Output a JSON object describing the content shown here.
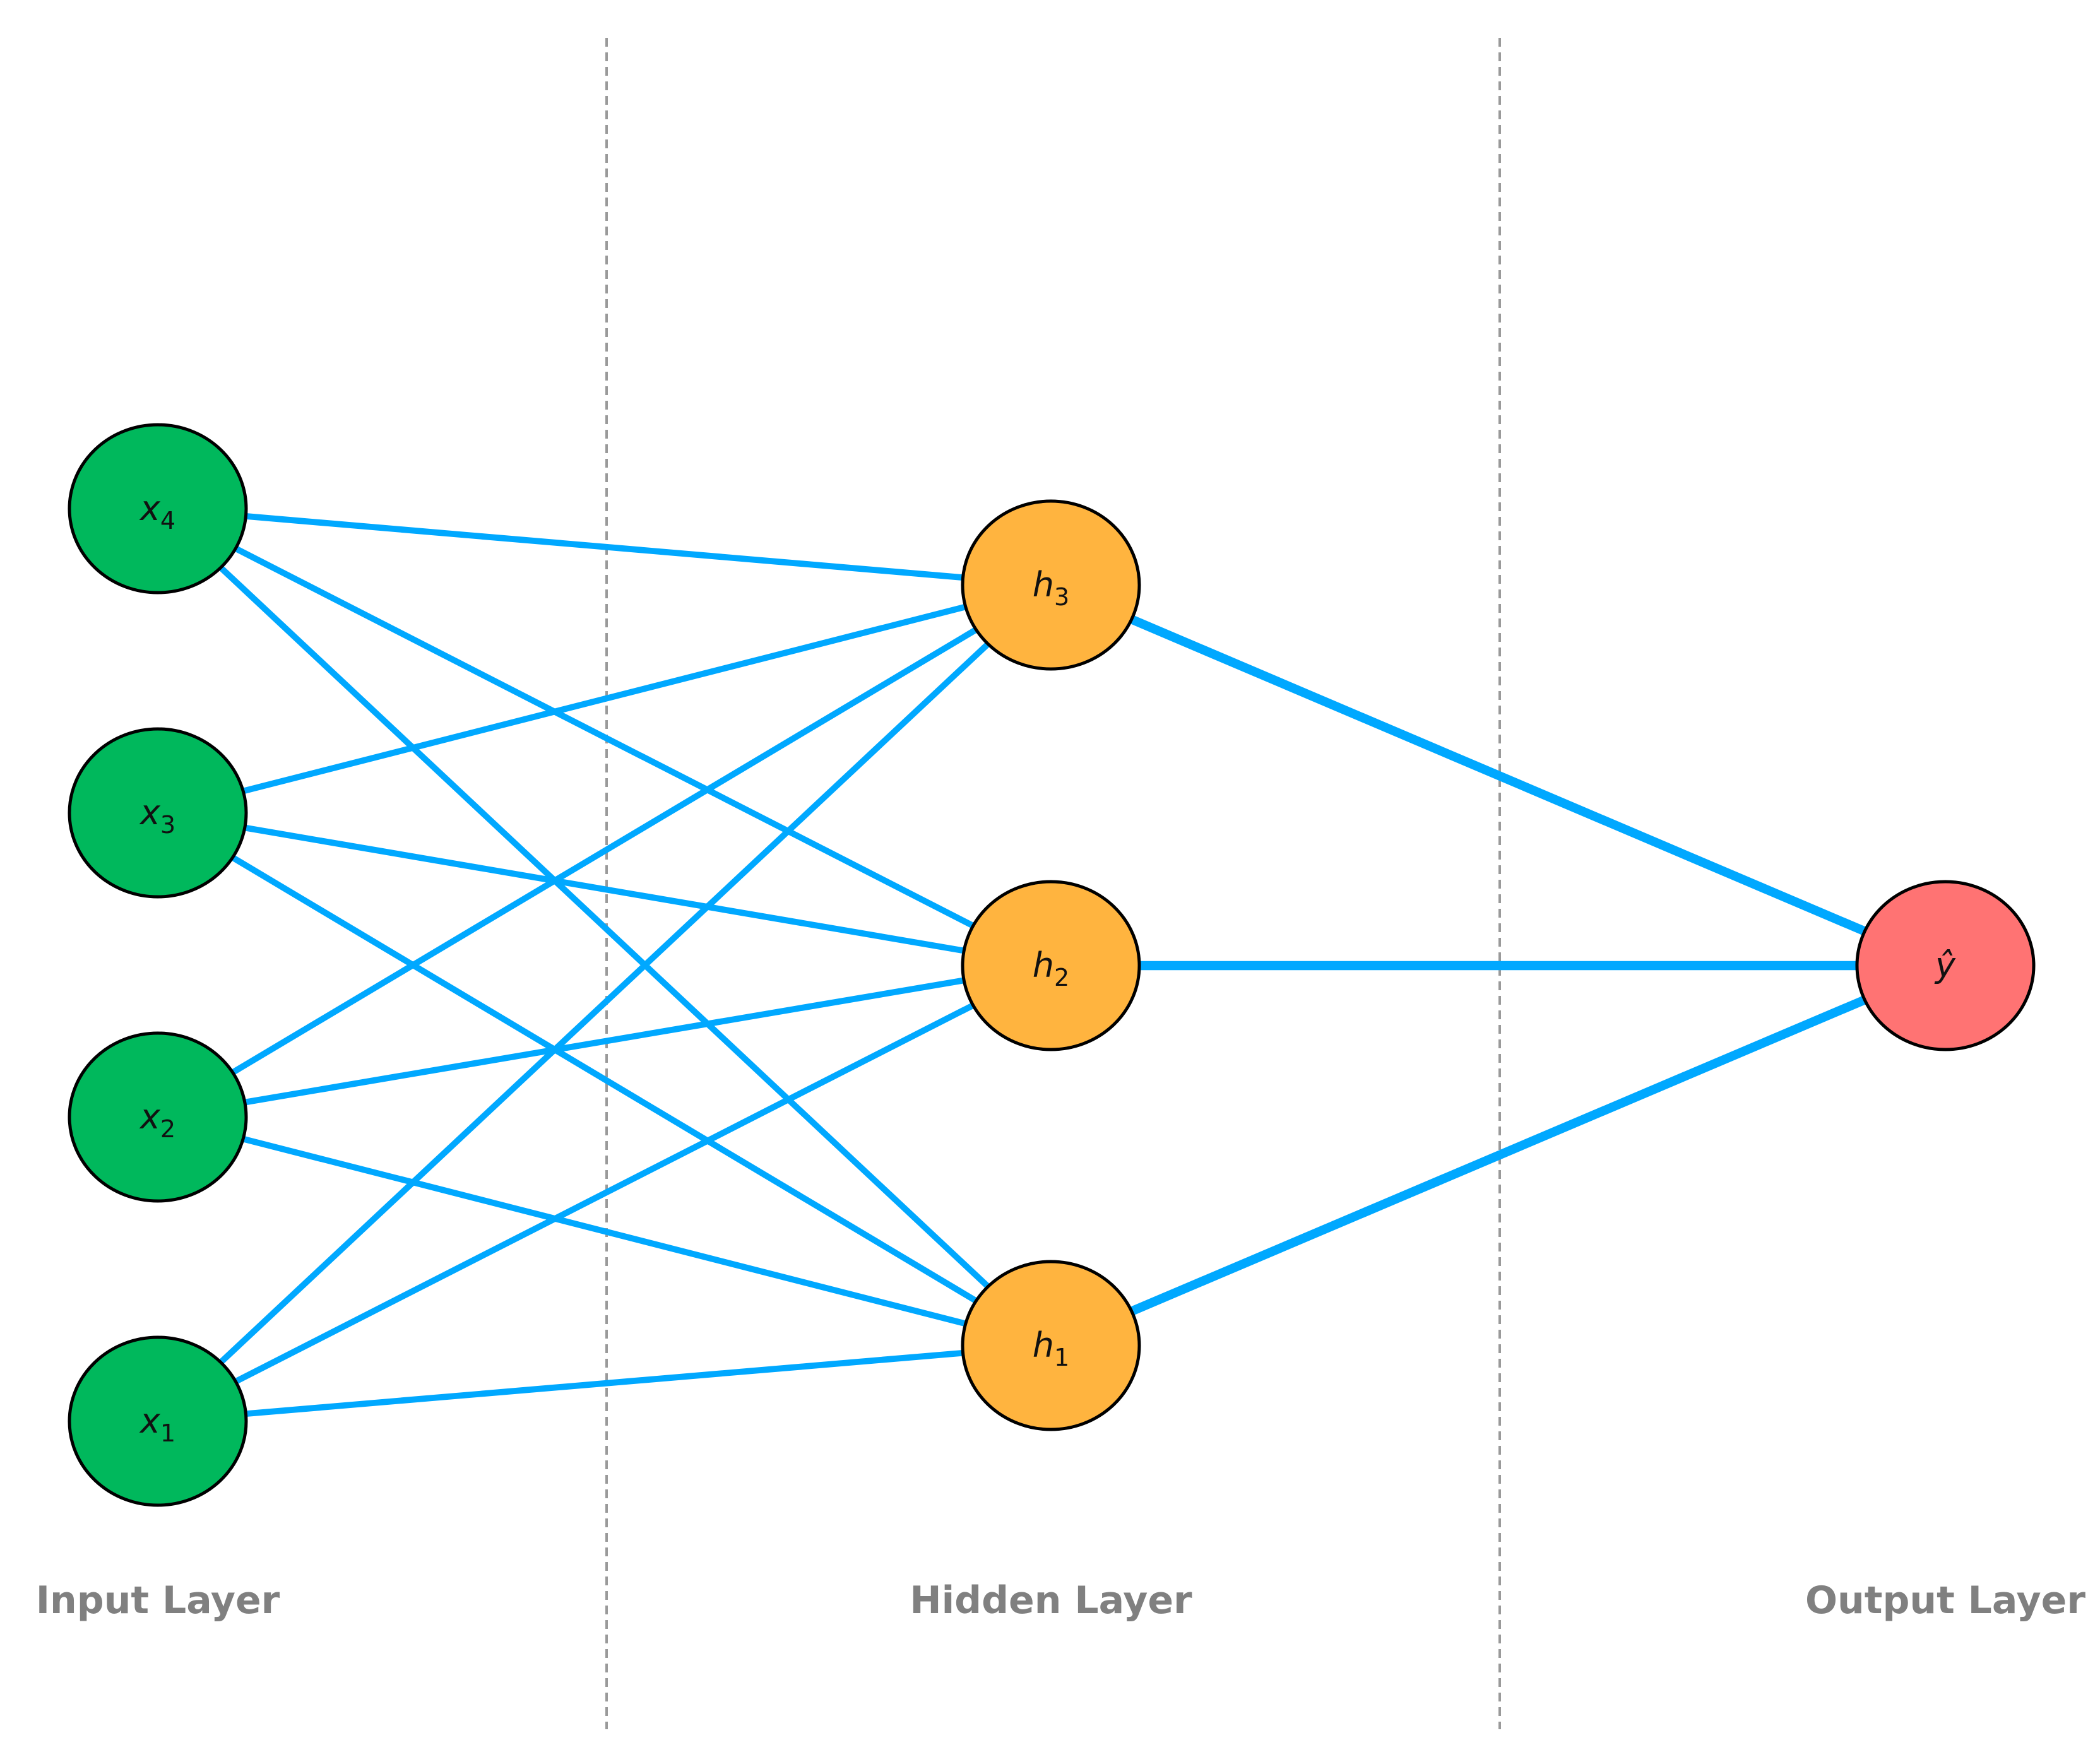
{
  "layers": [
    {
      "id": "input",
      "title": "Input Layer",
      "color": "#00b85c"
    },
    {
      "id": "hidden",
      "title": "Hidden Layer",
      "color": "#ffb43f"
    },
    {
      "id": "output",
      "title": "Output Layer",
      "color": "#ff7373"
    }
  ],
  "nodes": [
    {
      "id": "x4",
      "layer": "input",
      "symbol": "x",
      "subscript": "4"
    },
    {
      "id": "x3",
      "layer": "input",
      "symbol": "x",
      "subscript": "3"
    },
    {
      "id": "x2",
      "layer": "input",
      "symbol": "x",
      "subscript": "2"
    },
    {
      "id": "x1",
      "layer": "input",
      "symbol": "x",
      "subscript": "1"
    },
    {
      "id": "h3",
      "layer": "hidden",
      "symbol": "h",
      "subscript": "3"
    },
    {
      "id": "h2",
      "layer": "hidden",
      "symbol": "h",
      "subscript": "2"
    },
    {
      "id": "h1",
      "layer": "hidden",
      "symbol": "h",
      "subscript": "1"
    },
    {
      "id": "yhat",
      "layer": "output",
      "symbol": "ŷ",
      "subscript": ""
    }
  ],
  "edge_color": "#00a8ff",
  "edges": [
    {
      "from": "x4",
      "to": "h3",
      "weight": 0.7
    },
    {
      "from": "x4",
      "to": "h2",
      "weight": 0.7
    },
    {
      "from": "x4",
      "to": "h1",
      "weight": 0.7
    },
    {
      "from": "x3",
      "to": "h3",
      "weight": 0.7
    },
    {
      "from": "x3",
      "to": "h2",
      "weight": 0.7
    },
    {
      "from": "x3",
      "to": "h1",
      "weight": 0.7
    },
    {
      "from": "x2",
      "to": "h3",
      "weight": 0.7
    },
    {
      "from": "x2",
      "to": "h2",
      "weight": 0.7
    },
    {
      "from": "x2",
      "to": "h1",
      "weight": 0.7
    },
    {
      "from": "x1",
      "to": "h3",
      "weight": 0.7
    },
    {
      "from": "x1",
      "to": "h2",
      "weight": 0.7
    },
    {
      "from": "x1",
      "to": "h1",
      "weight": 0.7
    },
    {
      "from": "h3",
      "to": "yhat",
      "weight": 0.8
    },
    {
      "from": "h2",
      "to": "yhat",
      "weight": 0.8
    },
    {
      "from": "h1",
      "to": "yhat",
      "weight": 0.8
    }
  ]
}
